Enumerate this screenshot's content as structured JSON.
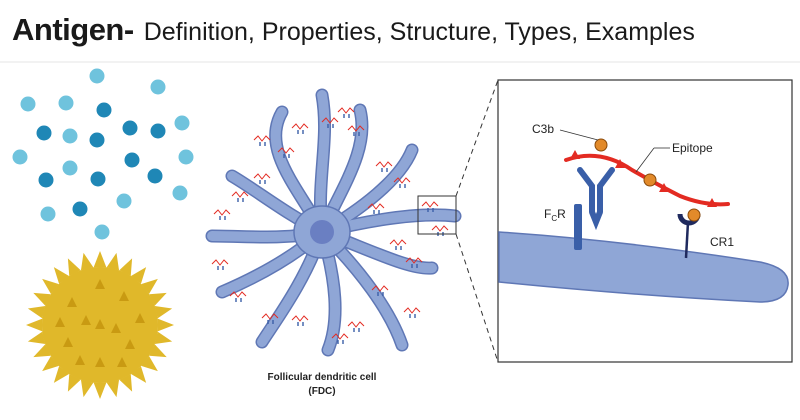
{
  "header": {
    "title_bold": "Antigen-",
    "title_rest": "Definition, Properties, Structure, Types, Examples"
  },
  "fdc": {
    "caption_line1": "Follicular dendritic cell",
    "caption_line2": "(FDC)"
  },
  "inset": {
    "labels": {
      "c3b": "C3b",
      "epitope": "Epitope",
      "fcr": "F",
      "fcr_sub": "C",
      "fcr_suffix": "R",
      "cr1": "CR1"
    }
  },
  "colors": {
    "particle_light": "#6fc3dd",
    "particle_dark": "#1f87b6",
    "pollen": "#e0b82a",
    "pollen_spike": "#c99a12",
    "cell_body": "#8fa6d6",
    "cell_outline": "#5f77b5",
    "nucleus": "#6a7fc2",
    "antigen_red": "#e32b22",
    "c3b_orange": "#e28a2a",
    "receptor_blue": "#3a5fa8",
    "cr1_navy": "#1f2a5e"
  },
  "icons": {
    "particles": "antigen-particles-icon",
    "pollen": "pollen-grain-icon",
    "cell": "dendritic-cell-icon"
  }
}
